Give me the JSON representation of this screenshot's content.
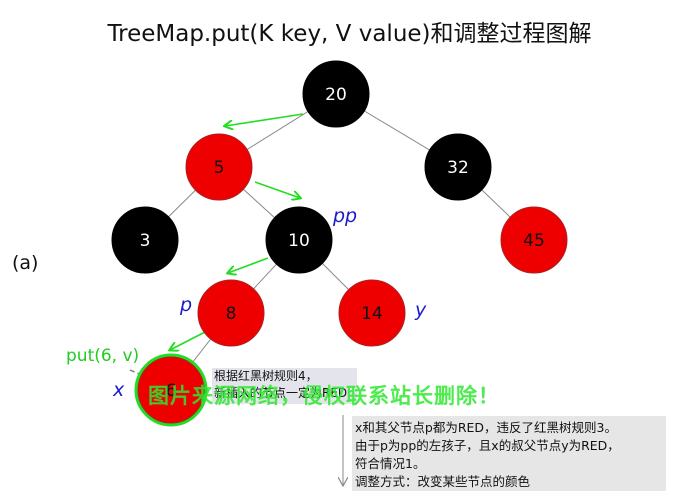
{
  "title": "TreeMap.put(K key, V value)和调整过程图解",
  "panel_label": "(a)",
  "colors": {
    "red": "#ee0000",
    "black": "#000000",
    "green_arrow": "#22dd22",
    "blue_label": "#1a1acc",
    "highlight": "#22dd22"
  },
  "nodes": [
    {
      "id": "n20",
      "label": "20",
      "color": "black"
    },
    {
      "id": "n5",
      "label": "5",
      "color": "red"
    },
    {
      "id": "n32",
      "label": "32",
      "color": "black"
    },
    {
      "id": "n3",
      "label": "3",
      "color": "black"
    },
    {
      "id": "n10",
      "label": "10",
      "color": "black"
    },
    {
      "id": "n45",
      "label": "45",
      "color": "red"
    },
    {
      "id": "n8",
      "label": "8",
      "color": "red"
    },
    {
      "id": "n14",
      "label": "14",
      "color": "red"
    },
    {
      "id": "n6",
      "label": "6",
      "color": "red",
      "highlighted": true
    }
  ],
  "edges": [
    [
      "n20",
      "n5"
    ],
    [
      "n20",
      "n32"
    ],
    [
      "n5",
      "n3"
    ],
    [
      "n5",
      "n10"
    ],
    [
      "n32",
      "n45"
    ],
    [
      "n10",
      "n8"
    ],
    [
      "n10",
      "n14"
    ],
    [
      "n8",
      "n6"
    ]
  ],
  "labels": {
    "pp": "pp",
    "p": "p",
    "y": "y",
    "x": "x",
    "put": "put(6, v)"
  },
  "note_insert": {
    "line1": "根据红黑树规则4，",
    "line2": "新插入的节点一定为RED"
  },
  "note_case": {
    "line1": "x和其父节点p都为RED，违反了红黑树规则3。",
    "line2": "由于p为pp的左孩子，且x的叔父节点y为RED，",
    "line3": "符合情况1。",
    "line4": "调整方式：改变某些节点的颜色"
  },
  "watermark": "图片来源网络，侵权联系站长删除！"
}
